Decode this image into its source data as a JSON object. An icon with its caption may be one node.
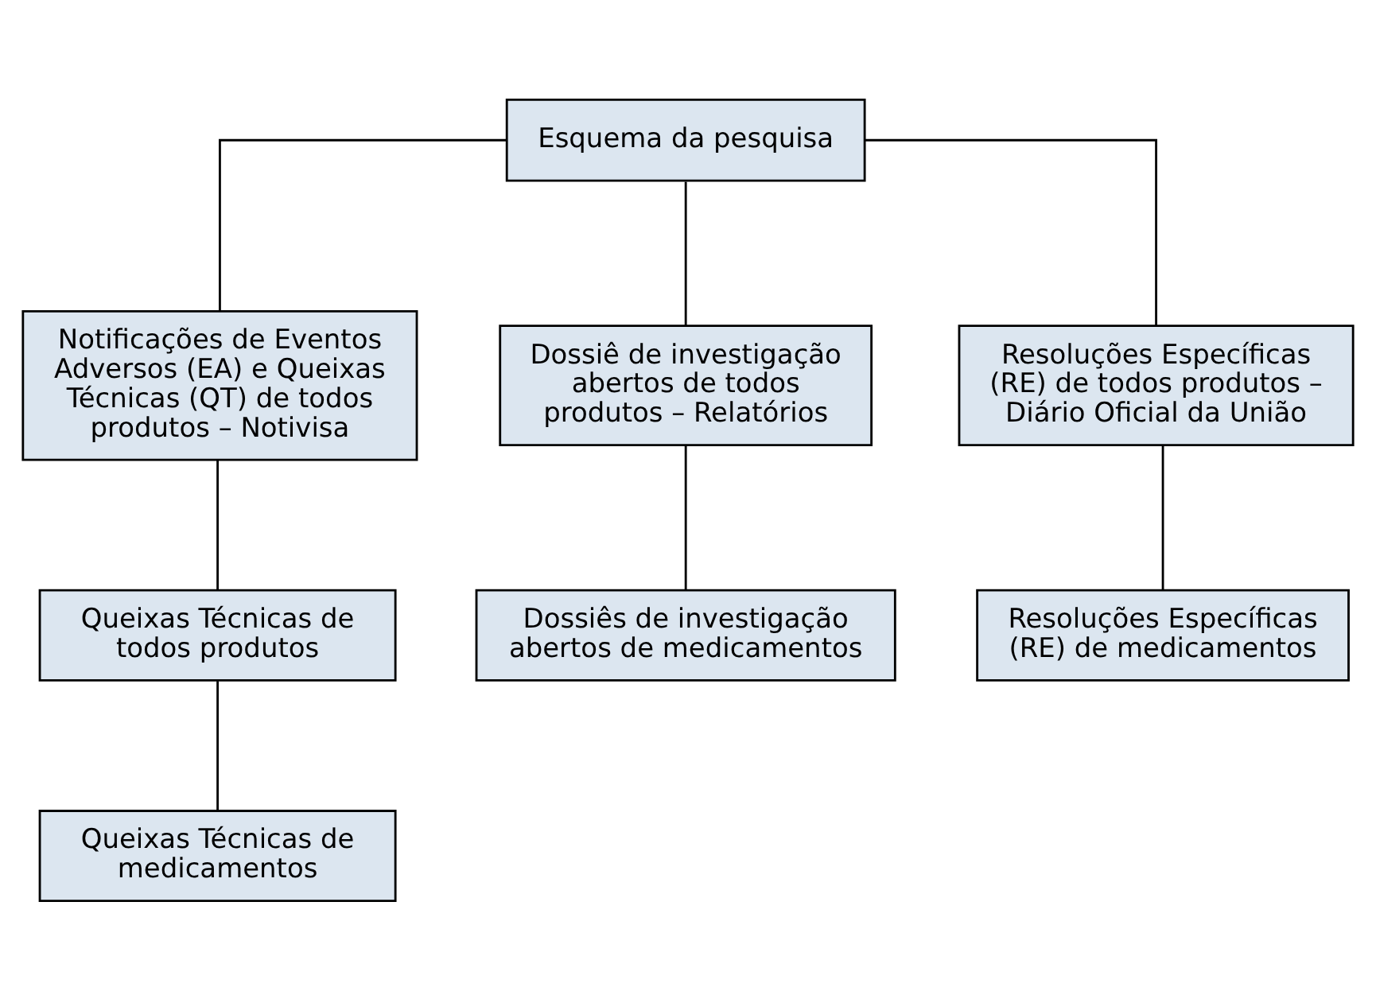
{
  "diagram": {
    "nodes": [
      {
        "text": [
          "Esquema da pesquisa"
        ]
      },
      {
        "text": [
          "Notificações de Eventos Adversos (EA) e Queixas Técnicas (QT) de todos produtos – Notivisa"
        ]
      },
      {
        "text": [
          "Dossiê de investigação abertos de todos produtos – Relatórios"
        ]
      },
      {
        "text": [
          "Resoluções Específicas (RE) de todos produtos – Diário Oficial da União"
        ]
      },
      {
        "text": [
          "Queixas Técnicas de todos produtos"
        ]
      },
      {
        "text": [
          "Dossiês de investigação abertos de medicamentos"
        ]
      },
      {
        "text": [
          "Resoluções Específicas (RE) de medicamentos"
        ]
      },
      {
        "text": [
          "Queixas Técnicas de medicamentos"
        ]
      }
    ],
    "edges": [
      {
        "from": 0,
        "to": 1,
        "arrow": "none"
      },
      {
        "from": 0,
        "to": 2,
        "arrow": "none"
      },
      {
        "from": 0,
        "to": 3,
        "arrow": "none"
      },
      {
        "from": 1,
        "to": 4,
        "arrow": "none"
      },
      {
        "from": 2,
        "to": 5,
        "arrow": "none"
      },
      {
        "from": 3,
        "to": 6,
        "arrow": "none"
      },
      {
        "from": 4,
        "to": 7,
        "arrow": "none"
      }
    ]
  }
}
